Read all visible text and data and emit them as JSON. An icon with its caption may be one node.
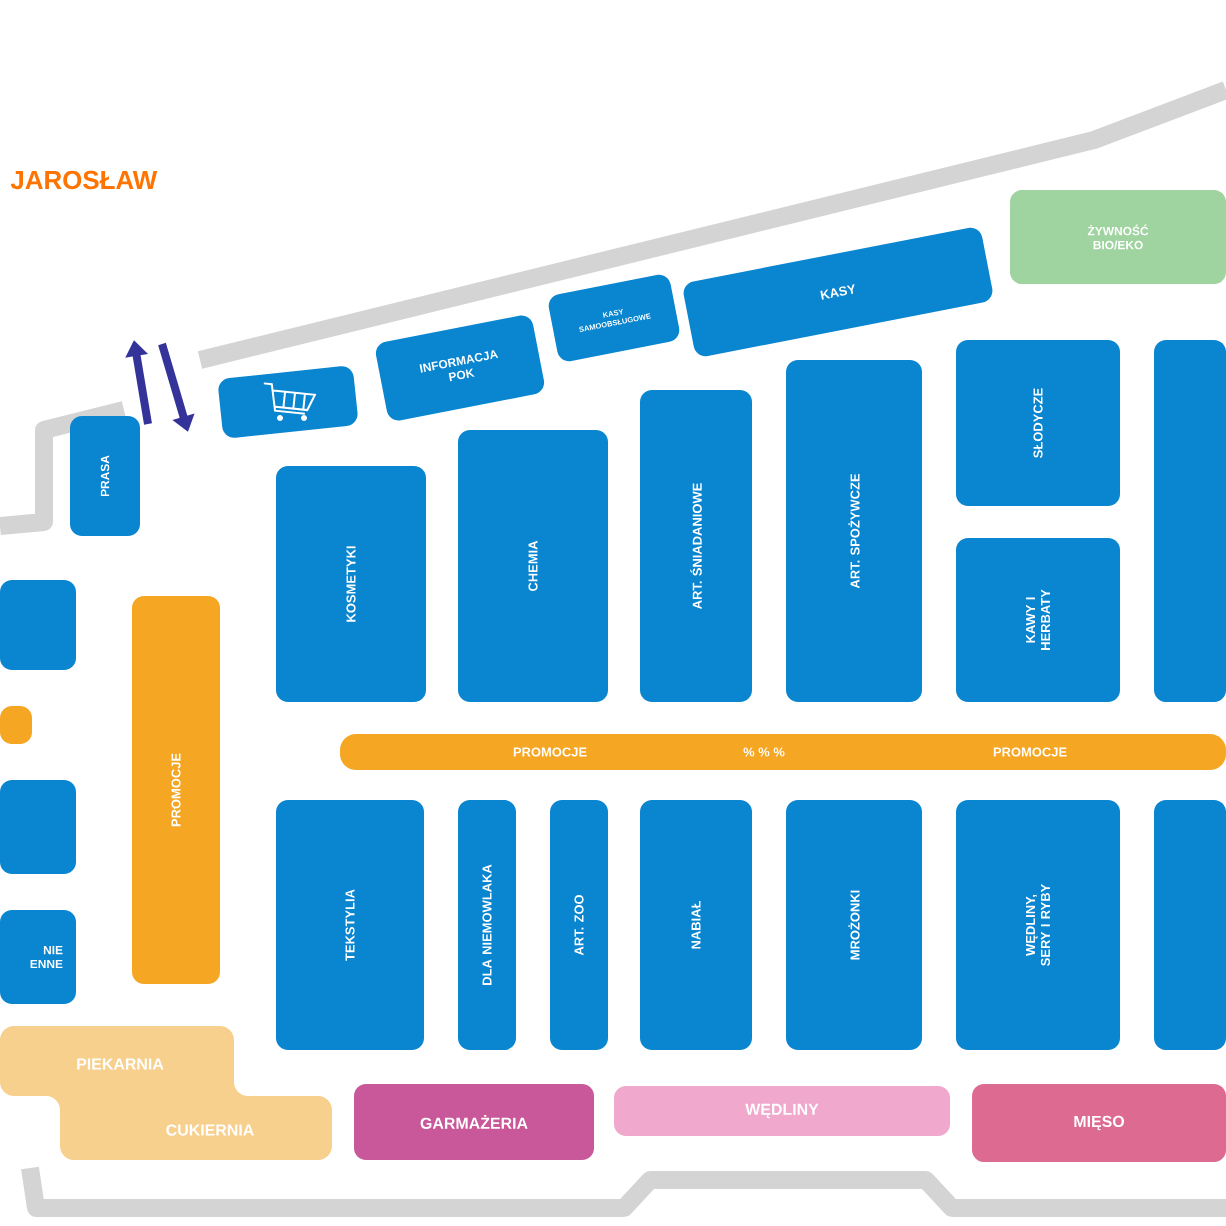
{
  "diagram": {
    "nodes": [
      {
        "text": [
          "ŻYWNOŚĆ BIO/EKO"
        ]
      },
      {
        "text": [
          "KASY"
        ]
      },
      {
        "text": [
          "KASY SAMOOBSŁUGOWE"
        ]
      },
      {
        "text": [
          "INFORMACJA POK"
        ]
      },
      {
        "text": [],
        "shape": "box"
      },
      {
        "text": [
          "PRASA"
        ]
      },
      {
        "text": [
          "KOSMETYKI"
        ]
      },
      {
        "text": [
          "CHEMIA"
        ]
      },
      {
        "text": [
          "ART. ŚNIADANIOWE"
        ]
      },
      {
        "text": [
          "ART. SPOŻYWCZE"
        ]
      },
      {
        "text": [
          "SŁODYCZE"
        ]
      },
      {
        "text": [
          "KAWY I HERBATY"
        ]
      },
      {
        "text": [],
        "shape": "box"
      },
      {
        "text": [],
        "shape": "box"
      },
      {
        "text": [
          "PROMOCJE"
        ]
      },
      {
        "text": [],
        "shape": "box"
      },
      {
        "text": [
          "PROMOCJE",
          "% % %",
          "PROMOCJE"
        ]
      },
      {
        "text": [],
        "shape": "box"
      },
      {
        "text": [
          "NIE ENNE"
        ]
      },
      {
        "text": [
          "TEKSTYLIA"
        ]
      },
      {
        "text": [
          "DLA NIEMOWLAKA"
        ]
      },
      {
        "text": [
          "ART. ZOO"
        ]
      },
      {
        "text": [
          "NABIAŁ"
        ]
      },
      {
        "text": [
          "MROŻONKI"
        ]
      },
      {
        "text": [
          "WĘDLINY, SERY I RYBY"
        ]
      },
      {
        "text": [],
        "shape": "box"
      },
      {
        "text": [
          "PIEKARNIA",
          "CUKIERNIA"
        ]
      },
      {
        "text": [
          "GARMAŻERIA"
        ]
      },
      {
        "text": [
          "WĘDLINY"
        ]
      },
      {
        "text": [
          "MIĘSO"
        ]
      }
    ],
    "edges": [],
    "labels": [
      "JAROSŁAW"
    ]
  }
}
